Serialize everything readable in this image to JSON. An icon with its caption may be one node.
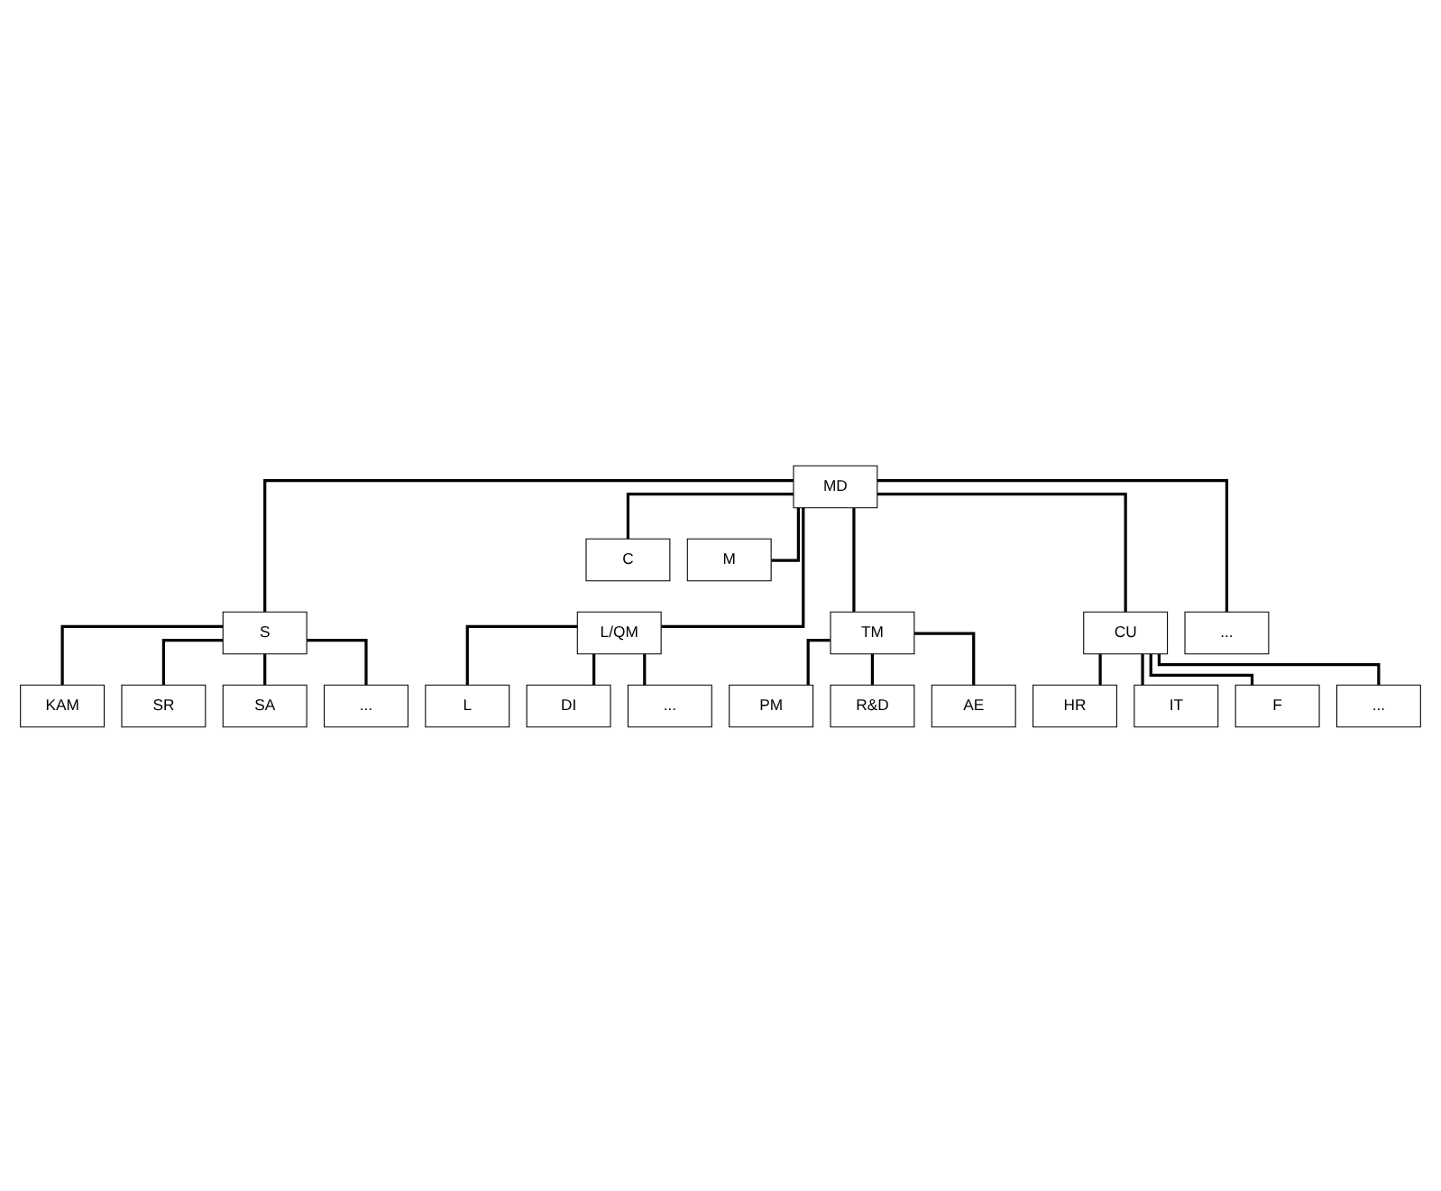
{
  "diagram": {
    "nodes": [
      {
        "text": [
          "MD"
        ]
      },
      {
        "text": [
          "C"
        ]
      },
      {
        "text": [
          "M"
        ]
      },
      {
        "text": [
          "S"
        ]
      },
      {
        "text": [
          "L/QM"
        ]
      },
      {
        "text": [
          "TM"
        ]
      },
      {
        "text": [
          "CU"
        ]
      },
      {
        "text": [
          "..."
        ]
      },
      {
        "text": [
          "KAM"
        ]
      },
      {
        "text": [
          "SR"
        ]
      },
      {
        "text": [
          "SA"
        ]
      },
      {
        "text": [
          "..."
        ]
      },
      {
        "text": [
          "L"
        ]
      },
      {
        "text": [
          "DI"
        ]
      },
      {
        "text": [
          "..."
        ]
      },
      {
        "text": [
          "PM"
        ]
      },
      {
        "text": [
          "R&D"
        ]
      },
      {
        "text": [
          "AE"
        ]
      },
      {
        "text": [
          "HR"
        ]
      },
      {
        "text": [
          "IT"
        ]
      },
      {
        "text": [
          "F"
        ]
      },
      {
        "text": [
          "..."
        ]
      }
    ],
    "edges": [
      {
        "from": 0,
        "to": 1,
        "arrow": "none"
      },
      {
        "from": 0,
        "to": 2,
        "arrow": "none"
      },
      {
        "from": 0,
        "to": 3,
        "arrow": "none"
      },
      {
        "from": 0,
        "to": 4,
        "arrow": "none"
      },
      {
        "from": 0,
        "to": 5,
        "arrow": "none"
      },
      {
        "from": 0,
        "to": 6,
        "arrow": "none"
      },
      {
        "from": 0,
        "to": 7,
        "arrow": "none"
      },
      {
        "from": 3,
        "to": 8,
        "arrow": "none"
      },
      {
        "from": 3,
        "to": 9,
        "arrow": "none"
      },
      {
        "from": 3,
        "to": 10,
        "arrow": "none"
      },
      {
        "from": 3,
        "to": 11,
        "arrow": "none"
      },
      {
        "from": 4,
        "to": 12,
        "arrow": "none"
      },
      {
        "from": 4,
        "to": 13,
        "arrow": "none"
      },
      {
        "from": 4,
        "to": 14,
        "arrow": "none"
      },
      {
        "from": 5,
        "to": 15,
        "arrow": "none"
      },
      {
        "from": 5,
        "to": 16,
        "arrow": "none"
      },
      {
        "from": 5,
        "to": 17,
        "arrow": "none"
      },
      {
        "from": 6,
        "to": 18,
        "arrow": "none"
      },
      {
        "from": 6,
        "to": 19,
        "arrow": "none"
      },
      {
        "from": 6,
        "to": 20,
        "arrow": "none"
      },
      {
        "from": 6,
        "to": 21,
        "arrow": "none"
      }
    ]
  }
}
